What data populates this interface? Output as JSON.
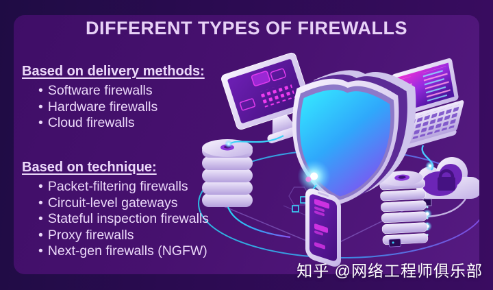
{
  "title": "DIFFERENT TYPES OF FIREWALLS",
  "bullet": "•",
  "sections": [
    {
      "heading": "Based on delivery methods:",
      "items": [
        "Software firewalls",
        "Hardware firewalls",
        "Cloud firewalls"
      ]
    },
    {
      "heading": "Based on technique:",
      "items": [
        "Packet-filtering firewalls",
        "Circuit-level gateways",
        "Stateful inspection firewalls",
        "Proxy firewalls",
        "Next-gen firewalls (NGFW)"
      ]
    }
  ],
  "watermark": "知乎 @网络工程师俱乐部",
  "illustration": {
    "description": "isometric network-security illustration: central shield connected to monitor, laptop, database stack, server rack, smartphone and cloud with lock",
    "icons": [
      "desktop-monitor-icon",
      "laptop-icon",
      "security-shield-icon",
      "database-stack-icon",
      "cloud-lock-icon",
      "server-rack-icon",
      "smartphone-icon",
      "network-orbit-ring"
    ]
  },
  "colors": {
    "background_outer": "#2a0b50",
    "card": "#48116f",
    "text": "#ecd9fa",
    "accent_cyan": "#35d6f8",
    "accent_magenta": "#e935e0",
    "shield_face_top": "#35e6ff",
    "shield_face_bottom": "#8b46f0",
    "device_lavender": "#e6defa",
    "watermark_text": "#ffffff"
  }
}
